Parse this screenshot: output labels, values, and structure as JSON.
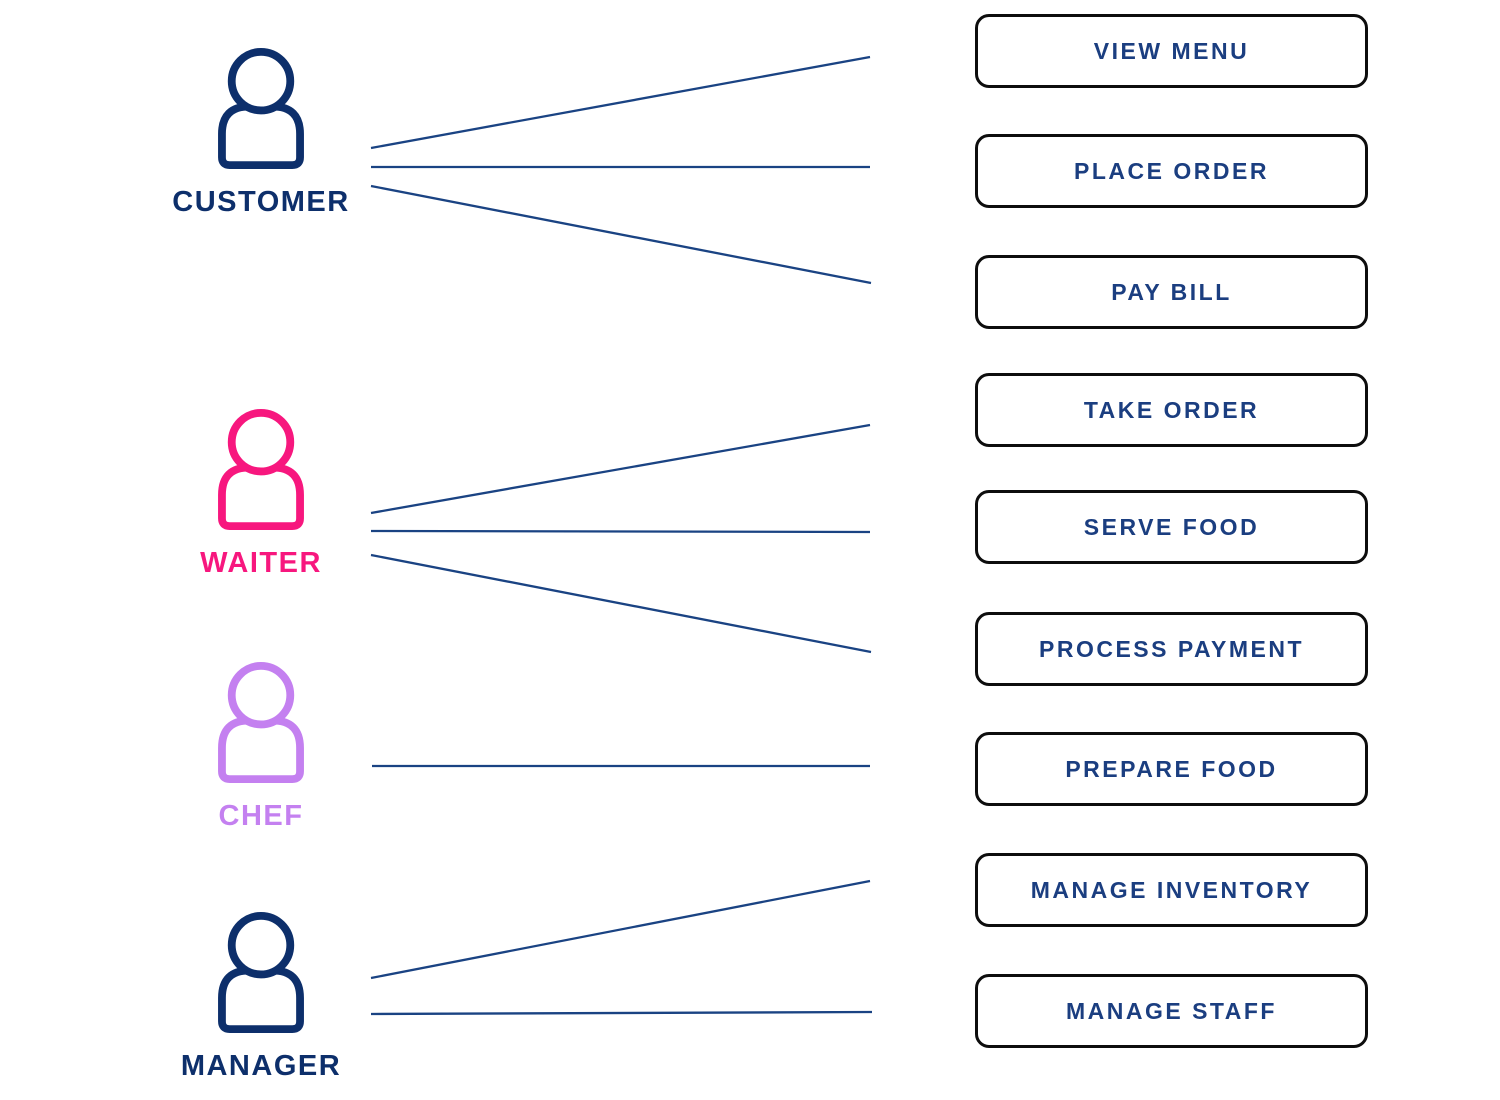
{
  "diagram": {
    "kind": "use-case-diagram",
    "domain_hint": "restaurant"
  },
  "colors": {
    "background": "#ffffff",
    "connector": "#1a4383",
    "box_border": "#0d0d0d",
    "box_text": "#1b3e80",
    "navy": "#0d2f6b",
    "pink": "#f7177e",
    "purple": "#c480f0"
  },
  "actors": [
    {
      "id": "customer",
      "label": "CUSTOMER",
      "color": "#0d2f6b",
      "icon": "person-icon"
    },
    {
      "id": "waiter",
      "label": "WAITER",
      "color": "#f7177e",
      "icon": "person-icon"
    },
    {
      "id": "chef",
      "label": "CHEF",
      "color": "#c480f0",
      "icon": "person-icon"
    },
    {
      "id": "manager",
      "label": "MANAGER",
      "color": "#0d2f6b",
      "icon": "person-icon"
    }
  ],
  "use_cases": [
    {
      "id": "view_menu",
      "label": "VIEW MENU"
    },
    {
      "id": "place_order",
      "label": "PLACE ORDER"
    },
    {
      "id": "pay_bill",
      "label": "PAY BILL"
    },
    {
      "id": "take_order",
      "label": "TAKE ORDER"
    },
    {
      "id": "serve_food",
      "label": "SERVE FOOD"
    },
    {
      "id": "process_payment",
      "label": "PROCESS PAYMENT"
    },
    {
      "id": "prepare_food",
      "label": "PREPARE FOOD"
    },
    {
      "id": "manage_inventory",
      "label": "MANAGE INVENTORY"
    },
    {
      "id": "manage_staff",
      "label": "MANAGE STAFF"
    }
  ],
  "connections": [
    {
      "from": "customer",
      "to": "view_menu"
    },
    {
      "from": "customer",
      "to": "place_order"
    },
    {
      "from": "customer",
      "to": "pay_bill"
    },
    {
      "from": "waiter",
      "to": "take_order"
    },
    {
      "from": "waiter",
      "to": "serve_food"
    },
    {
      "from": "waiter",
      "to": "process_payment"
    },
    {
      "from": "chef",
      "to": "prepare_food"
    },
    {
      "from": "manager",
      "to": "manage_inventory"
    },
    {
      "from": "manager",
      "to": "manage_staff"
    }
  ]
}
